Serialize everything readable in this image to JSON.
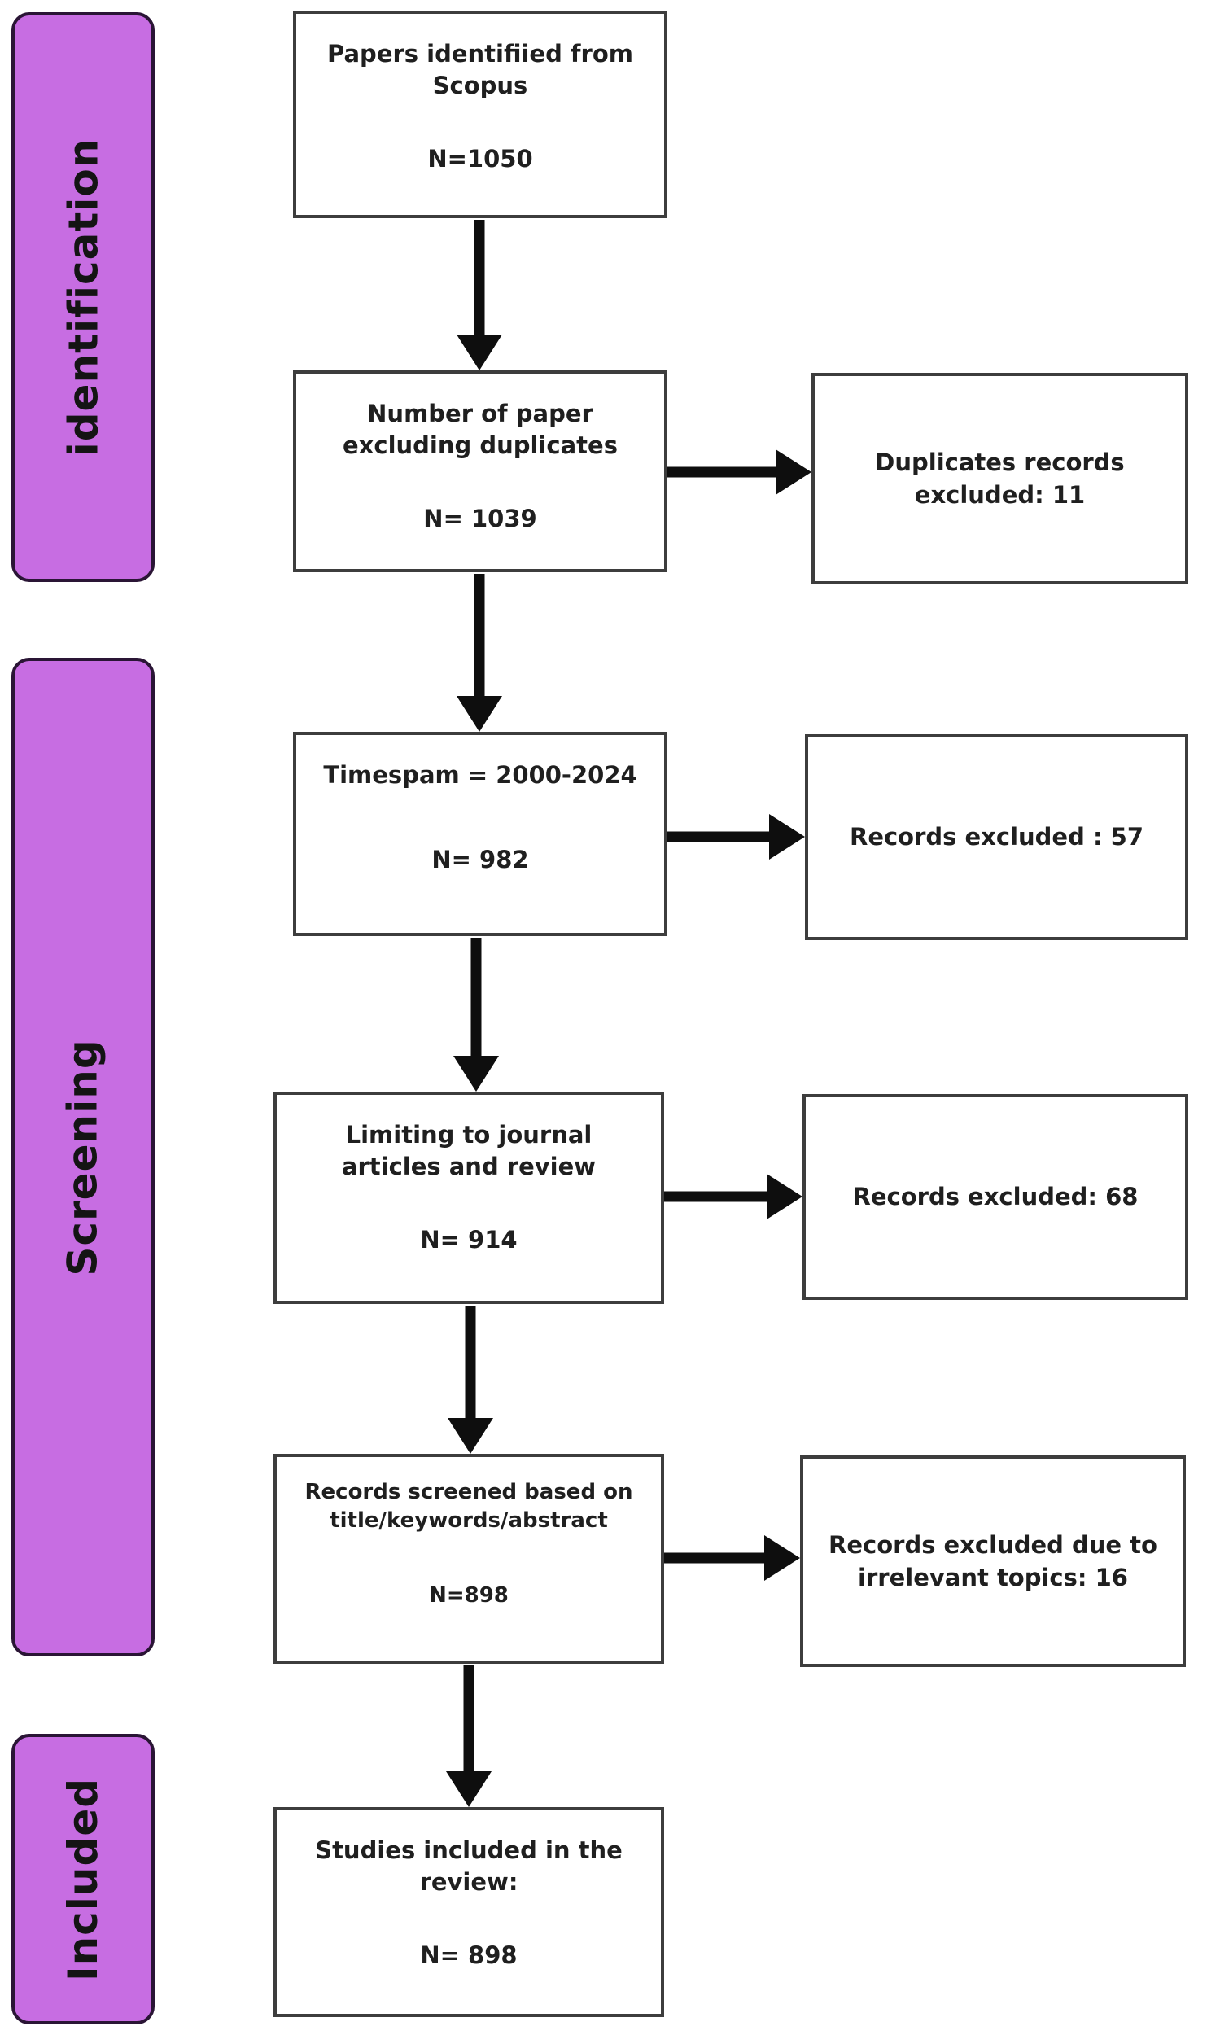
{
  "sidebar": {
    "stages": [
      {
        "label": "identification"
      },
      {
        "label": "Screening"
      },
      {
        "label": "Included"
      }
    ]
  },
  "flow": {
    "main_boxes": [
      {
        "title": "Papers identifiied from\nScopus",
        "count": "N=1050"
      },
      {
        "title": "Number of paper\nexcluding duplicates",
        "count": "N= 1039"
      },
      {
        "title": "Timespam = 2000-2024",
        "count": "N= 982"
      },
      {
        "title": "Limiting to journal\narticles and review",
        "count": "N= 914"
      },
      {
        "title": "Records screened based on\ntitle/keywords/abstract",
        "count": "N=898"
      },
      {
        "title": "Studies included in the\nreview:",
        "count": "N= 898"
      }
    ],
    "exclusion_boxes": [
      {
        "text": "Duplicates records\nexcluded: 11"
      },
      {
        "text": "Records excluded : 57"
      },
      {
        "text": "Records excluded: 68"
      },
      {
        "text": "Records excluded due to\nirrelevant topics: 16"
      }
    ]
  },
  "colors": {
    "stage_fill": "#c76de2",
    "stage_border": "#2a1535",
    "box_border": "#3d3d3d",
    "arrow": "#0e0e0e",
    "text": "#1f1f1f",
    "background": "#ffffff"
  }
}
